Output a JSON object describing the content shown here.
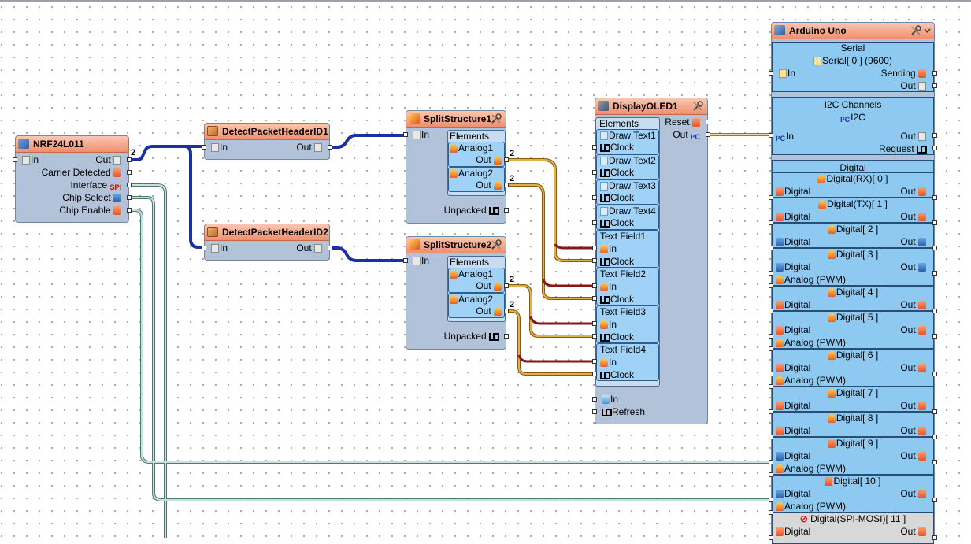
{
  "components": {
    "nrf": {
      "title": "NRF24L011",
      "in": "In",
      "out": "Out",
      "carrier": "Carrier Detected",
      "interface": "Interface",
      "chip_select": "Chip Select",
      "chip_enable": "Chip Enable",
      "spi_badge": "SPI"
    },
    "detect1": {
      "title": "DetectPacketHeaderID1",
      "in": "In",
      "out": "Out"
    },
    "detect2": {
      "title": "DetectPacketHeaderID2",
      "in": "In",
      "out": "Out"
    },
    "split1": {
      "title": "SplitStructure1",
      "in": "In",
      "elements": "Elements",
      "analog1": "Analog1",
      "analog2": "Analog2",
      "out": "Out",
      "unpacked": "Unpacked"
    },
    "split2": {
      "title": "SplitStructure2",
      "in": "In",
      "elements": "Elements",
      "analog1": "Analog1",
      "analog2": "Analog2",
      "out": "Out",
      "unpacked": "Unpacked"
    },
    "oled": {
      "title": "DisplayOLED1",
      "elements": "Elements",
      "reset": "Reset",
      "out": "Out",
      "draw_texts": [
        "Draw Text1",
        "Draw Text2",
        "Draw Text3",
        "Draw Text4"
      ],
      "text_fields": [
        "Text Field1",
        "Text Field2",
        "Text Field3",
        "Text Field4"
      ],
      "clock": "Clock",
      "in": "In",
      "refresh": "Refresh"
    },
    "arduino": {
      "title": "Arduino Uno",
      "serial_section": "Serial",
      "serial_item": "Serial[ 0 ] (9600)",
      "sending": "Sending",
      "i2c_section": "I2C Channels",
      "i2c_item": "I2C",
      "request": "Request",
      "digital_section": "Digital",
      "in": "In",
      "out": "Out",
      "digital": "Digital",
      "analog_pwm": "Analog (PWM)",
      "pins": [
        "Digital(RX)[ 0 ]",
        "Digital(TX)[ 1 ]",
        "Digital[ 2 ]",
        "Digital[ 3 ]",
        "Digital[ 4 ]",
        "Digital[ 5 ]",
        "Digital[ 6 ]",
        "Digital[ 7 ]",
        "Digital[ 8 ]",
        "Digital[ 9 ]",
        "Digital[ 10 ]",
        "Digital(SPI-MOSI)[ 11 ]"
      ]
    }
  },
  "wire_counts": {
    "nrf_out": "2",
    "s1_a1": "2",
    "s1_a2": "2",
    "s2_a1": "2",
    "s2_a2": "2"
  },
  "colors": {
    "bus_wire": "#1e2fa0",
    "analog_wire": "#c8881e",
    "digital_wire": "#8b1414",
    "i2c_wire": "#c9b87a",
    "chip_wire": "#7aa6a0",
    "component_body": "#b2c3d9",
    "header": "#f08f6e"
  }
}
